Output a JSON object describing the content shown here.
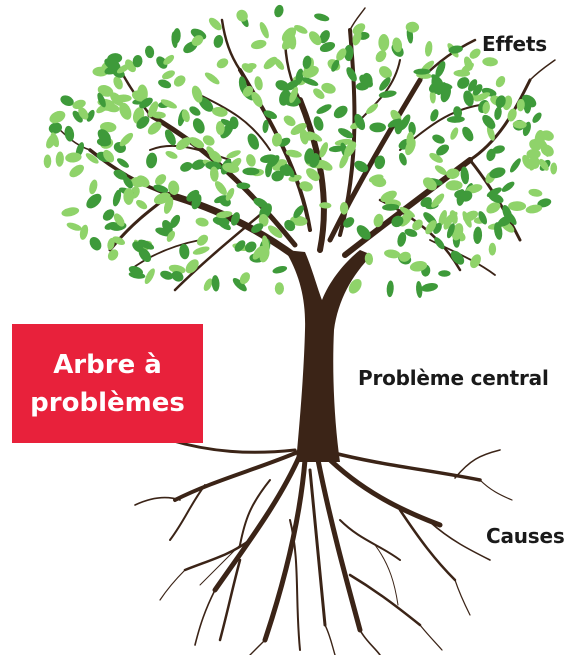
{
  "labels": {
    "effects": "Effets",
    "central_problem": "Problème central",
    "causes": "Causes"
  },
  "title_box": {
    "line1": "Arbre à",
    "line2": "problèmes"
  },
  "colors": {
    "title_box_background": "#e8213b",
    "title_text": "#ffffff",
    "label_text": "#1a1a1a",
    "trunk": "#3b2417",
    "leaf_light": "#8fd36a",
    "leaf_dark": "#3e9a3a"
  }
}
